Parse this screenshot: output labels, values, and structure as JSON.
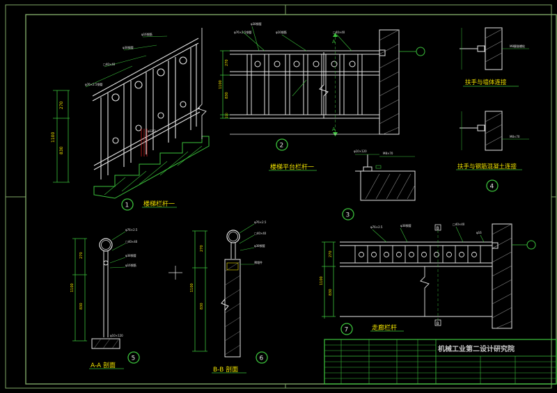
{
  "drawing": {
    "colors": {
      "background": "#000000",
      "frame": "#7fa866",
      "green": "#3cc43c",
      "white": "#e8e8e8",
      "yellow": "#f2e400",
      "gray": "#8c8c8c",
      "red": "#d02020"
    },
    "details": [
      {
        "id": "d1",
        "number": "1",
        "caption": "楼梯栏杆一"
      },
      {
        "id": "d2",
        "number": "2",
        "caption": "楼梯平台栏杆一"
      },
      {
        "id": "d3",
        "number": "3",
        "caption": ""
      },
      {
        "id": "d4",
        "number": "4",
        "caption": ""
      },
      {
        "id": "d5",
        "number": "5",
        "caption": "A-A 剖面"
      },
      {
        "id": "d6",
        "number": "6",
        "caption": "B-B 剖面"
      },
      {
        "id": "d7",
        "number": "7",
        "caption": "走廊栏杆"
      }
    ],
    "joint_captions": {
      "wall": "扶手与墙体连接",
      "concrete": "扶手与钢筋混凝土连接"
    },
    "section_markers": {
      "a": "A",
      "b": "B"
    },
    "dimensions": {
      "d1": [
        "270",
        "1100",
        "830"
      ],
      "d2": [
        "270",
        "1100",
        "830",
        "110"
      ],
      "d5": [
        "270",
        "1100",
        "830"
      ],
      "d6": [
        "270",
        "1100",
        "830"
      ],
      "d7": [
        "270",
        "1100",
        "830"
      ]
    },
    "title_block": {
      "company": "机械工业第二设计研究院"
    }
  }
}
